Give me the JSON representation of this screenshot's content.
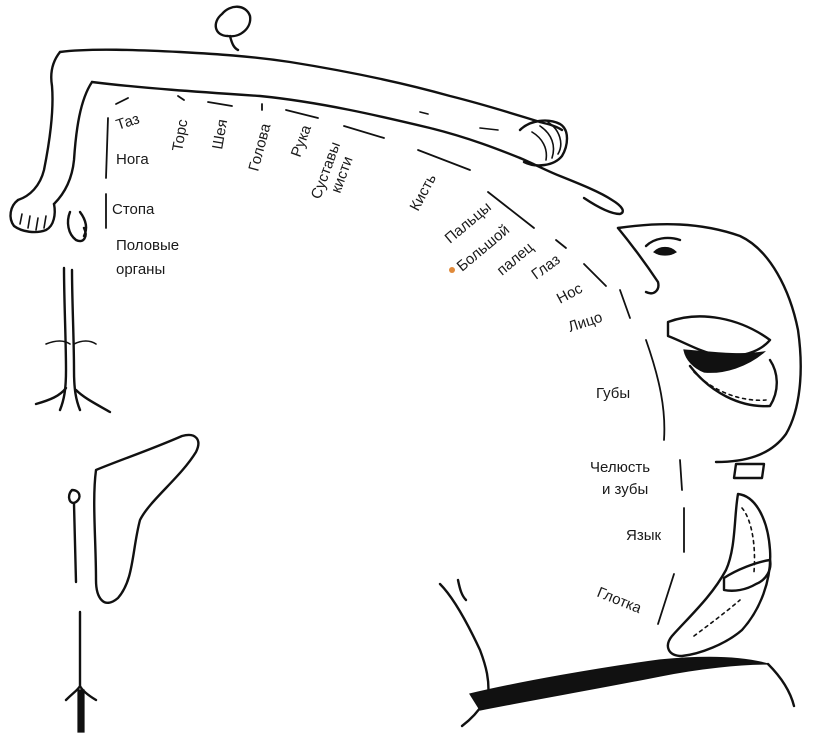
{
  "labels": {
    "pelvis": "Таз",
    "torso": "Торс",
    "neck": "Шея",
    "head": "Голова",
    "arm": "Рука",
    "wrist_1": "Суставы",
    "wrist_2": "кисти",
    "hand": "Кисть",
    "leg": "Нога",
    "foot": "Стопа",
    "genitals_1": "Половые",
    "genitals_2": "органы",
    "fingers": "Пальцы",
    "thumb_1": "Большой",
    "thumb_2": "палец",
    "eye": "Глаз",
    "nose": "Нос",
    "face": "Лицо",
    "lips": "Губы",
    "jaw_1": "Челюсть",
    "jaw_2": "и зубы",
    "tongue": "Язык",
    "pharynx": "Глотка"
  }
}
